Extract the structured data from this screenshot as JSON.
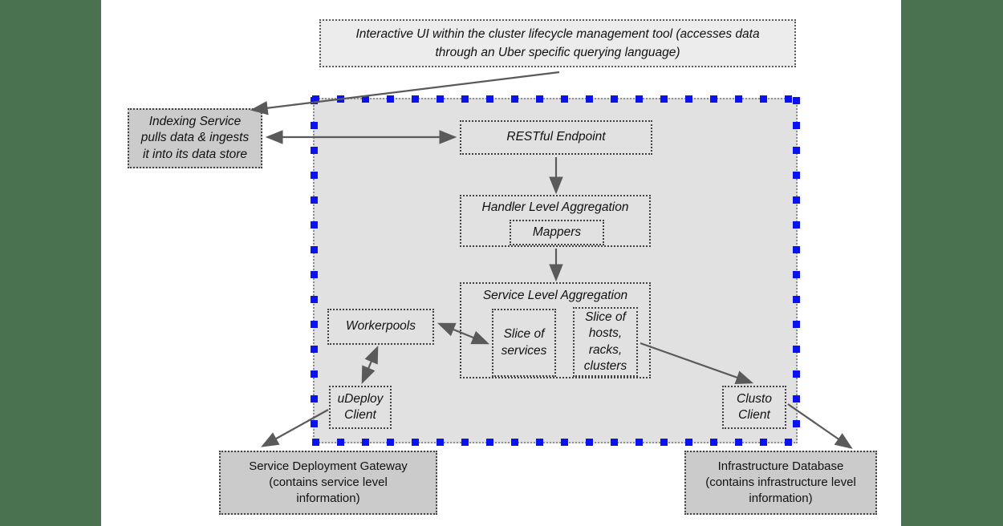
{
  "title": "Cluster lifecycle management tool architecture diagram",
  "colors": {
    "accent-blue": "#0a12f0",
    "panel-gray": "#e1e1e1",
    "note-gray": "#ececec",
    "box-gray": "#cbcbcb",
    "arrow-gray": "#5a5a5a",
    "side-green": "#4a7150"
  },
  "nodes": {
    "interactive_ui": {
      "label": "Interactive UI within the cluster lifecycle management tool (accesses data\nthrough an Uber specific querying language)"
    },
    "indexing_service": {
      "label": "Indexing Service\npulls data & ingests\nit into its data store"
    },
    "restful_endpoint": {
      "label": "RESTful Endpoint"
    },
    "handler_level_aggregation": {
      "label": "Handler Level Aggregation"
    },
    "mappers": {
      "label": "Mappers"
    },
    "service_level_aggregation": {
      "label": "Service Level Aggregation"
    },
    "slice_of_services": {
      "label": "Slice of\nservices"
    },
    "slice_of_hosts": {
      "label": "Slice of\nhosts,\nracks,\nclusters"
    },
    "workerpools": {
      "label": "Workerpools"
    },
    "udeploy_client": {
      "label": "uDeploy\nClient"
    },
    "clusto_client": {
      "label": "Clusto\nClient"
    },
    "service_deployment_gateway": {
      "label": "Service Deployment Gateway\n(contains service level\ninformation)"
    },
    "infrastructure_database": {
      "label": "Infrastructure Database\n(contains infrastructure level\ninformation)"
    }
  },
  "edges": [
    {
      "from": "interactive_ui",
      "to": "indexing_service",
      "arrow": "single"
    },
    {
      "from": "indexing_service",
      "to": "restful_endpoint",
      "arrow": "double"
    },
    {
      "from": "restful_endpoint",
      "to": "handler_level_aggregation",
      "arrow": "single"
    },
    {
      "from": "handler_level_aggregation",
      "to": "service_level_aggregation",
      "arrow": "single"
    },
    {
      "from": "workerpools",
      "to": "slice_of_services",
      "arrow": "double"
    },
    {
      "from": "workerpools",
      "to": "udeploy_client",
      "arrow": "double"
    },
    {
      "from": "slice_of_hosts",
      "to": "clusto_client",
      "arrow": "single"
    },
    {
      "from": "clusto_client",
      "to": "infrastructure_database",
      "arrow": "single"
    },
    {
      "from": "udeploy_client",
      "to": "service_deployment_gateway",
      "arrow": "single"
    }
  ]
}
